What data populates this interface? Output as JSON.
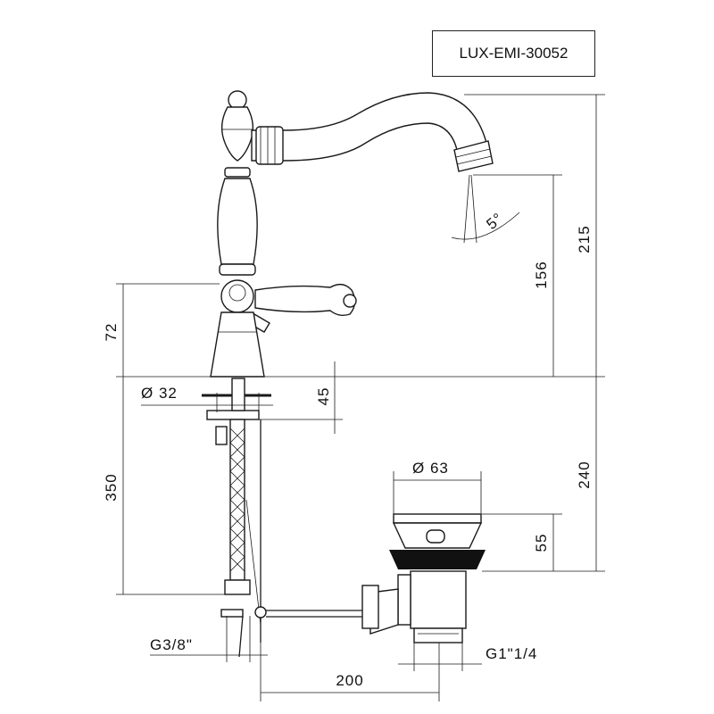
{
  "product_code": "LUX-EMI-30052",
  "dimensions": {
    "total_height": "215",
    "spout_height": "156",
    "handle_height": "72",
    "deck_diameter": "Ø 32",
    "deck_thickness": "45",
    "hose_length": "350",
    "drain_height": "240",
    "drain_diameter": "Ø 63",
    "drain_cap": "55",
    "inlet_thread": "G3/8\"",
    "drain_thread": "G1\"1/4",
    "rod_length": "200",
    "spout_angle": "5°"
  }
}
